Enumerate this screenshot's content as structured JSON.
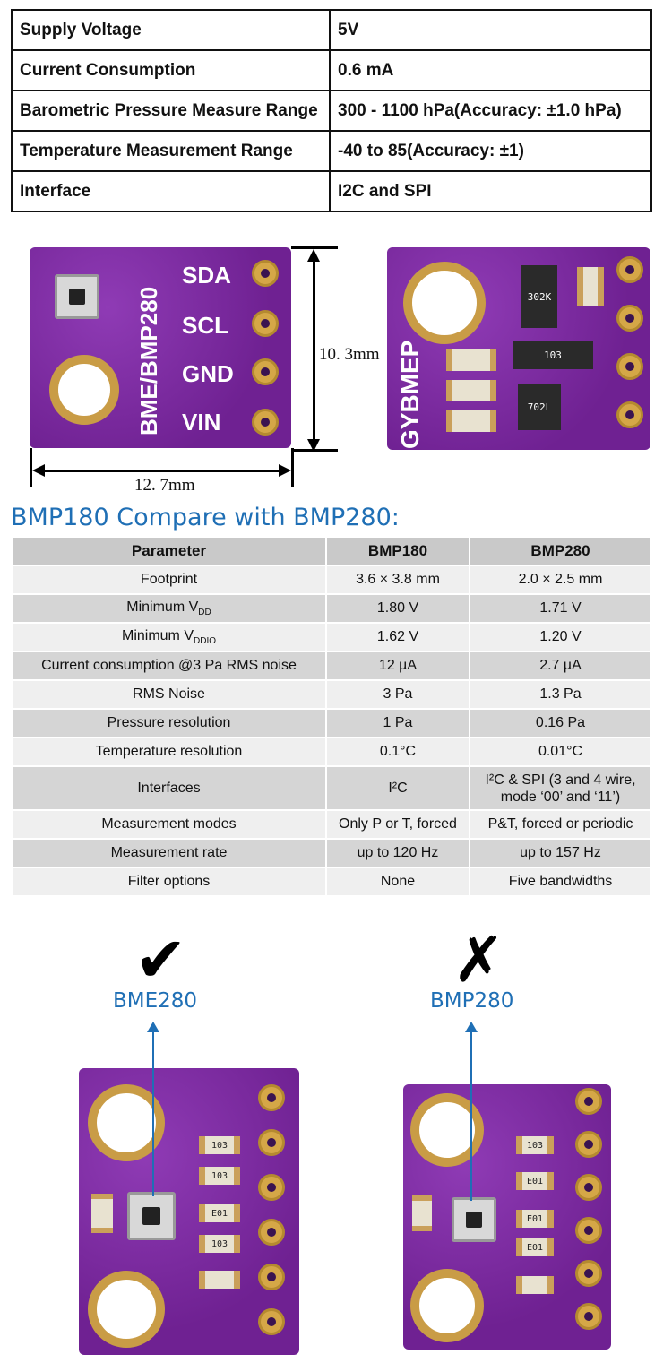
{
  "spec": [
    {
      "key": "Supply Voltage",
      "value": "5V"
    },
    {
      "key": "Current Consumption",
      "value": "0.6 mA"
    },
    {
      "key": "Barometric Pressure Measure Range",
      "value": "300 - 1100 hPa(Accuracy:  ±1.0 hPa)"
    },
    {
      "key": "Temperature Measurement Range",
      "value": "-40 to 85(Accuracy:  ±1)"
    },
    {
      "key": "Interface",
      "value": "I2C and SPI"
    }
  ],
  "front_board": {
    "silk_name": "BME/BMP280",
    "pins": [
      "SDA",
      "SCL",
      "GND",
      "VIN"
    ]
  },
  "back_board": {
    "silk_name": "GYBMEP",
    "chips": [
      "302K",
      "103",
      "702L"
    ]
  },
  "dimensions": {
    "height": "10. 3mm",
    "width": "12. 7mm"
  },
  "compare": {
    "title": "BMP180 Compare with BMP280:",
    "headers": [
      "Parameter",
      "BMP180",
      "BMP280"
    ],
    "rows": [
      [
        "Footprint",
        "3.6 × 3.8 mm",
        "2.0 × 2.5  mm"
      ],
      [
        "Minimum V_DD",
        "1.80 V",
        "1.71 V"
      ],
      [
        "Minimum V_DDIO",
        "1.62 V",
        "1.20 V"
      ],
      [
        "Current consumption @3 Pa RMS noise",
        "12 µA",
        "2.7 µA"
      ],
      [
        "RMS Noise",
        "3 Pa",
        "1.3 Pa"
      ],
      [
        "Pressure resolution",
        "1 Pa",
        "0.16 Pa"
      ],
      [
        "Temperature resolution",
        "0.1°C",
        "0.01°C"
      ],
      [
        "Interfaces",
        "I²C",
        "I²C & SPI (3 and 4 wire, mode ‘00’ and ‘11’)"
      ],
      [
        "Measurement modes",
        "Only P or T, forced",
        "P&T, forced or periodic"
      ],
      [
        "Measurement rate",
        "up to 120 Hz",
        "up to 157 Hz"
      ],
      [
        "Filter options",
        "None",
        "Five bandwidths"
      ]
    ],
    "vdd_sub": "DD",
    "vddio_sub": "DDIO",
    "minimum_v": "Minimum V"
  },
  "bottom": {
    "left_mark": "✔",
    "right_mark": "✗",
    "left_label": "BME280",
    "right_label": "BMP280",
    "left_chips": [
      "103",
      "103",
      "E01",
      "103"
    ],
    "right_chips": [
      "103",
      "E01",
      "E01",
      "E01"
    ]
  }
}
